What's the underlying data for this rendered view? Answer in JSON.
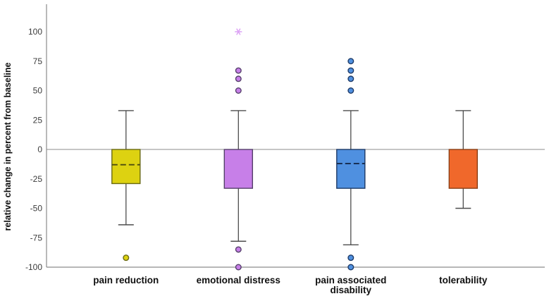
{
  "chart_data": {
    "type": "boxplot",
    "title": "",
    "ylabel": "relative change in percent from baseline",
    "xlabel": "",
    "ylim": [
      -100,
      100
    ],
    "yticks": [
      100,
      75,
      50,
      25,
      0,
      -25,
      -50,
      -75,
      -100
    ],
    "grid": false,
    "zero_reference_line": 0,
    "legend": "none",
    "frame": "left and bottom axes only",
    "categories": [
      "pain reduction",
      "emotional distress",
      "pain associated disability",
      "tolerability"
    ],
    "series": [
      {
        "name": "pain reduction",
        "label_lines": [
          "pain reduction"
        ],
        "fill": "#ddd211",
        "stroke": "#6a6a14",
        "median_color": "#4c4c10",
        "whisker_low": -64,
        "q1": -29,
        "median": -13,
        "q3": 0,
        "whisker_high": 33,
        "outliers": [
          -92
        ],
        "extreme_outliers": []
      },
      {
        "name": "emotional distress",
        "label_lines": [
          "emotional distress"
        ],
        "fill": "#c77fe8",
        "stroke": "#55406b",
        "median_color": "#3d2c4f",
        "whisker_low": -78,
        "q1": -33,
        "median": 0,
        "q3": 0,
        "whisker_high": 33,
        "outliers": [
          67,
          60,
          50,
          -85,
          -100
        ],
        "extreme_outliers": [
          100
        ]
      },
      {
        "name": "pain associated disability",
        "label_lines": [
          "pain associated",
          "disability"
        ],
        "fill": "#4f90e0",
        "stroke": "#1e3a66",
        "median_color": "#152a4c",
        "whisker_low": -81,
        "q1": -33,
        "median": -12,
        "q3": 0,
        "whisker_high": 33,
        "outliers": [
          75,
          67,
          60,
          50,
          -92,
          -100
        ],
        "extreme_outliers": []
      },
      {
        "name": "tolerability",
        "label_lines": [
          "tolerability"
        ],
        "fill": "#f0682b",
        "stroke": "#8a3f16",
        "median_color": "#6e310f",
        "whisker_low": -50,
        "q1": -33,
        "median": 0,
        "q3": 0,
        "whisker_high": 33,
        "outliers": [],
        "extreme_outliers": []
      }
    ],
    "style_colors": {
      "axis_line": "#8c8c8c",
      "zero_line": "#8c8c8c",
      "whisker": "#4d4d4d",
      "tick_label": "#3c3c3c",
      "category_label": "#101010",
      "extreme_marker": "#dca2f5"
    }
  }
}
